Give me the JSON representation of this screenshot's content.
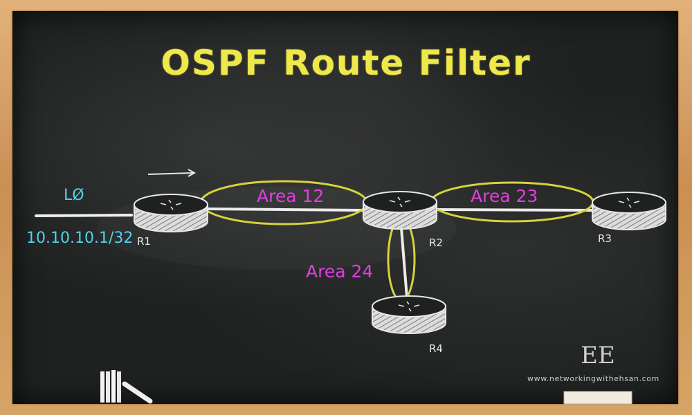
{
  "title": "OSPF Route Filter",
  "loopback": {
    "name": "LØ",
    "address": "10.10.10.1/32"
  },
  "routers": {
    "r1": "R1",
    "r2": "R2",
    "r3": "R3",
    "r4": "R4"
  },
  "areas": {
    "a12": "Area 12",
    "a23": "Area 23",
    "a24": "Area 24"
  },
  "watermark": {
    "url": "www.networkingwithehsan.com",
    "logo": "EE"
  },
  "colors": {
    "title": "#efe84a",
    "area_label": "#e13fe0",
    "loopback": "#4fd3ea",
    "area_ellipse": "#d6d33c",
    "board": "#1f2121",
    "frame": "#c98f55"
  }
}
